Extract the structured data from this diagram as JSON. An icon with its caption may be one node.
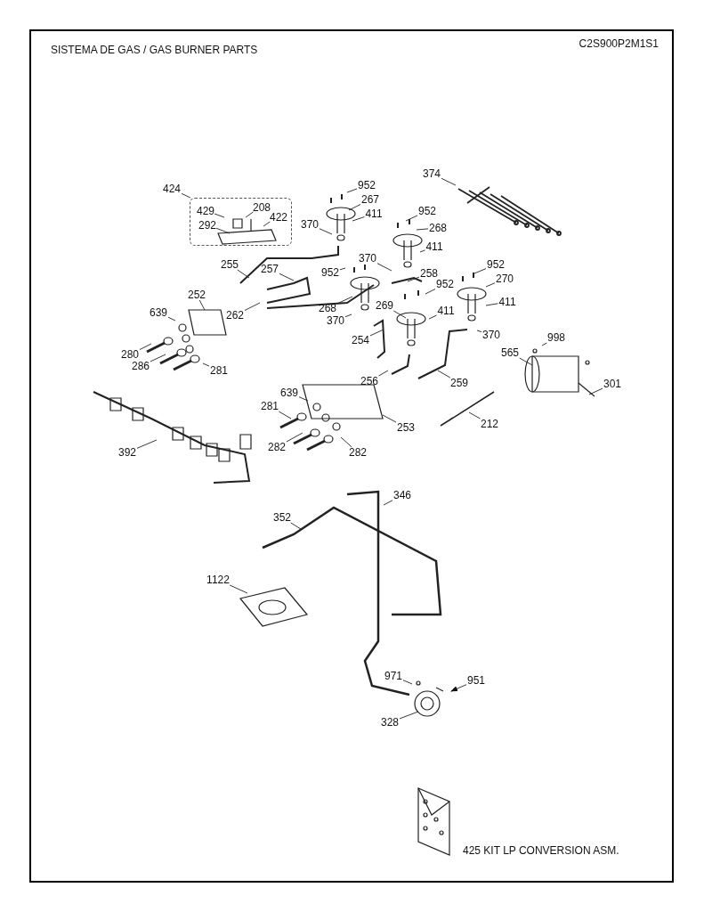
{
  "diagram": {
    "title": "SISTEMA DE GAS / GAS BURNER PARTS",
    "nodes": [
      {
        "text": [
          "424"
        ]
      },
      {
        "text": [],
        "shape": "box"
      },
      {
        "text": [
          "429"
        ],
        "in": 1
      },
      {
        "text": [
          "208"
        ],
        "in": 1
      },
      {
        "text": [
          "292"
        ],
        "in": 1
      },
      {
        "text": [
          "422"
        ],
        "in": 1
      },
      {
        "text": [
          "374"
        ]
      },
      {
        "text": [
          "952"
        ]
      },
      {
        "text": [
          "267"
        ]
      },
      {
        "text": [
          "411"
        ]
      },
      {
        "text": [
          "370"
        ]
      },
      {
        "text": [
          "952"
        ]
      },
      {
        "text": [
          "268"
        ]
      },
      {
        "text": [
          "411"
        ]
      },
      {
        "text": [
          "255"
        ]
      },
      {
        "text": [
          "370"
        ]
      },
      {
        "text": [
          "257"
        ]
      },
      {
        "text": [
          "952"
        ]
      },
      {
        "text": [
          "258"
        ]
      },
      {
        "text": [
          "952"
        ]
      },
      {
        "text": [
          "270"
        ]
      },
      {
        "text": [
          "952"
        ]
      },
      {
        "text": [
          "252"
        ]
      },
      {
        "text": [
          "411"
        ]
      },
      {
        "text": [
          "269"
        ]
      },
      {
        "text": [
          "268"
        ]
      },
      {
        "text": [
          "262"
        ]
      },
      {
        "text": [
          "411"
        ]
      },
      {
        "text": [
          "639"
        ]
      },
      {
        "text": [
          "370"
        ]
      },
      {
        "text": [
          "370"
        ]
      },
      {
        "text": [
          "998"
        ]
      },
      {
        "text": [
          "254"
        ]
      },
      {
        "text": [
          "565"
        ]
      },
      {
        "text": [
          "280"
        ]
      },
      {
        "text": [
          "286"
        ]
      },
      {
        "text": [
          "281"
        ]
      },
      {
        "text": [
          "256"
        ]
      },
      {
        "text": [
          "259"
        ]
      },
      {
        "text": [
          "301"
        ]
      },
      {
        "text": [
          "639"
        ]
      },
      {
        "text": [
          "281"
        ]
      },
      {
        "text": [
          "212"
        ]
      },
      {
        "text": [
          "253"
        ]
      },
      {
        "text": [
          "282"
        ]
      },
      {
        "text": [
          "282"
        ]
      },
      {
        "text": [
          "392"
        ]
      },
      {
        "text": [
          "346"
        ]
      },
      {
        "text": [
          "352"
        ]
      },
      {
        "text": [
          "1122"
        ]
      },
      {
        "text": [
          "971"
        ]
      },
      {
        "text": [
          "951"
        ]
      },
      {
        "text": [
          "328"
        ]
      }
    ],
    "edges": [
      {
        "from": 0,
        "to": 1,
        "arrow": "none"
      },
      {
        "from": 2,
        "to": null,
        "arrow": "none"
      },
      {
        "from": 3,
        "to": null,
        "arrow": "none"
      },
      {
        "from": 4,
        "to": null,
        "arrow": "none"
      },
      {
        "from": 5,
        "to": null,
        "arrow": "none"
      },
      {
        "from": 6,
        "to": null,
        "arrow": "none"
      },
      {
        "from": 7,
        "to": null,
        "arrow": "none"
      },
      {
        "from": 8,
        "to": null,
        "arrow": "none"
      },
      {
        "from": 9,
        "to": null,
        "arrow": "none"
      },
      {
        "from": 10,
        "to": null,
        "arrow": "none"
      },
      {
        "from": 11,
        "to": null,
        "arrow": "none"
      },
      {
        "from": 12,
        "to": null,
        "arrow": "none"
      },
      {
        "from": 13,
        "to": null,
        "arrow": "none"
      },
      {
        "from": 14,
        "to": null,
        "arrow": "none"
      },
      {
        "from": 15,
        "to": null,
        "arrow": "none"
      },
      {
        "from": 16,
        "to": null,
        "arrow": "none"
      },
      {
        "from": 17,
        "to": null,
        "arrow": "none"
      },
      {
        "from": 18,
        "to": null,
        "arrow": "none"
      },
      {
        "from": 19,
        "to": null,
        "arrow": "none"
      },
      {
        "from": 20,
        "to": null,
        "arrow": "none"
      },
      {
        "from": 21,
        "to": null,
        "arrow": "none"
      },
      {
        "from": 22,
        "to": null,
        "arrow": "none"
      },
      {
        "from": 23,
        "to": null,
        "arrow": "none"
      },
      {
        "from": 24,
        "to": null,
        "arrow": "none"
      },
      {
        "from": 25,
        "to": null,
        "arrow": "none"
      },
      {
        "from": 26,
        "to": null,
        "arrow": "none"
      },
      {
        "from": 27,
        "to": null,
        "arrow": "none"
      },
      {
        "from": 28,
        "to": null,
        "arrow": "none"
      },
      {
        "from": 29,
        "to": null,
        "arrow": "none"
      },
      {
        "from": 30,
        "to": null,
        "arrow": "none"
      },
      {
        "from": 31,
        "to": null,
        "arrow": "none"
      },
      {
        "from": 32,
        "to": null,
        "arrow": "none"
      },
      {
        "from": 33,
        "to": null,
        "arrow": "none"
      },
      {
        "from": 34,
        "to": null,
        "arrow": "none"
      },
      {
        "from": 35,
        "to": null,
        "arrow": "none"
      },
      {
        "from": 36,
        "to": null,
        "arrow": "none"
      },
      {
        "from": 37,
        "to": null,
        "arrow": "none"
      },
      {
        "from": 38,
        "to": null,
        "arrow": "none"
      },
      {
        "from": 39,
        "to": null,
        "arrow": "none"
      },
      {
        "from": 40,
        "to": null,
        "arrow": "none"
      },
      {
        "from": 41,
        "to": null,
        "arrow": "none"
      },
      {
        "from": 42,
        "to": null,
        "arrow": "none"
      },
      {
        "from": 43,
        "to": null,
        "arrow": "none"
      },
      {
        "from": 44,
        "to": null,
        "arrow": "none"
      },
      {
        "from": 45,
        "to": null,
        "arrow": "none"
      },
      {
        "from": 46,
        "to": null,
        "arrow": "none"
      },
      {
        "from": 47,
        "to": null,
        "arrow": "none"
      },
      {
        "from": 48,
        "to": null,
        "arrow": "none"
      },
      {
        "from": 49,
        "to": null,
        "arrow": "none"
      },
      {
        "from": 50,
        "to": null,
        "arrow": "none"
      },
      {
        "from": 51,
        "to": null,
        "arrow": "to"
      },
      {
        "from": 52,
        "to": null,
        "arrow": "none"
      }
    ],
    "labels": [
      "C2S900P2M1S1",
      "425 KIT LP CONVERSION ASM."
    ]
  }
}
